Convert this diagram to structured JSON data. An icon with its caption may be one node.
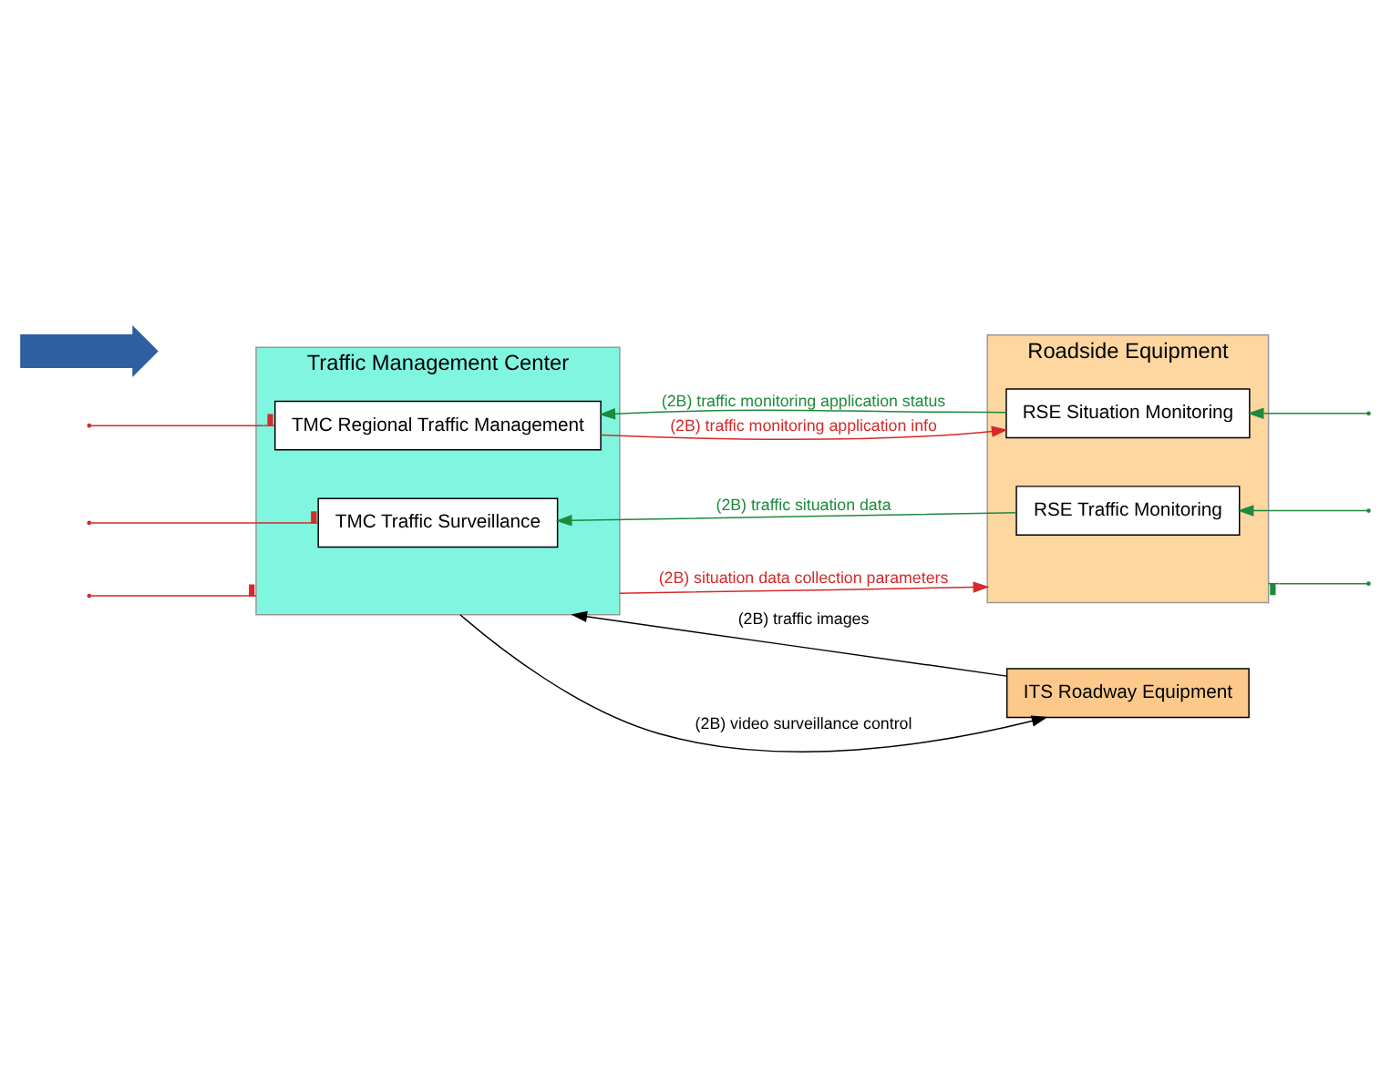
{
  "diagram": {
    "nodes": [
      {
        "text": [
          "Traffic Management Center"
        ]
      },
      {
        "text": [
          "TMC Regional Traffic Management"
        ],
        "in": 0
      },
      {
        "text": [
          "TMC Traffic Surveillance"
        ],
        "in": 0
      },
      {
        "text": [
          "ITS Roadway Equipment"
        ]
      },
      {
        "text": [
          "Roadside Equipment"
        ]
      },
      {
        "text": [
          "RSE Situation Monitoring"
        ],
        "in": 4
      },
      {
        "text": [
          "RSE Traffic Monitoring"
        ],
        "in": 4
      },
      {
        "text": [],
        "shape": "arrow"
      }
    ],
    "edges": [
      {
        "from": 0,
        "to": 3,
        "arrow": "to",
        "label": "(2B) video surveillance control",
        "color": "#000000"
      },
      {
        "from": 3,
        "to": 0,
        "arrow": "to",
        "label": "(2B) traffic images",
        "color": "#000000"
      },
      {
        "from": 0,
        "to": 4,
        "arrow": "to",
        "label": "(2B) situation data collection parameters",
        "color": "#d42a2a"
      },
      {
        "from": 1,
        "to": 5,
        "arrow": "to",
        "label": "(2B) traffic monitoring application info",
        "color": "#d42a2a"
      },
      {
        "from": 5,
        "to": 1,
        "arrow": "to",
        "label": "(2B) traffic monitoring application status",
        "color": "#1e8a3c"
      },
      {
        "from": 6,
        "to": 2,
        "arrow": "to",
        "label": "(2B) traffic situation data",
        "color": "#1e8a3c"
      },
      {
        "from": null,
        "to": 0,
        "arrow": "other",
        "color": "#d42a2a"
      },
      {
        "from": null,
        "to": 1,
        "arrow": "other",
        "color": "#d42a2a"
      },
      {
        "from": null,
        "to": 2,
        "arrow": "other",
        "color": "#d42a2a"
      },
      {
        "from": 4,
        "to": null,
        "arrow": "other",
        "color": "#1e8a3c"
      },
      {
        "from": null,
        "to": 5,
        "arrow": "to",
        "color": "#1e8a3c"
      },
      {
        "from": null,
        "to": 6,
        "arrow": "to",
        "color": "#1e8a3c"
      }
    ]
  }
}
